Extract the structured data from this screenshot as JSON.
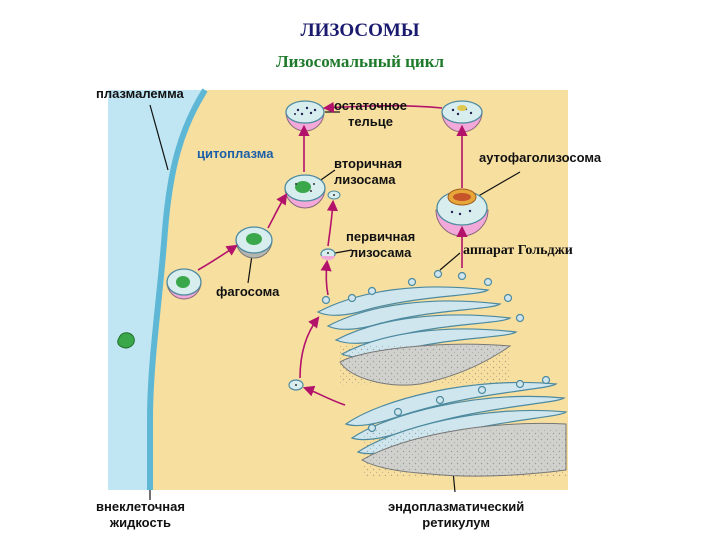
{
  "title": "ЛИЗОСОМЫ",
  "subtitle": "Лизосомальный цикл",
  "labels": {
    "plasmalemma": "плазмалемма",
    "cytoplasm": "цитоплазма",
    "residual_body_1": "остаточное",
    "residual_body_2": "тельце",
    "autophagolysosome": "аутофаголизосома",
    "secondary_lysosome_1": "вторичная",
    "secondary_lysosome_2": "лизосама",
    "primary_lysosome_1": "первичная",
    "primary_lysosome_2": "лизосама",
    "golgi": "аппарат Гольджи",
    "phagosome": "фагосома",
    "extracellular_1": "внеклеточная",
    "extracellular_2": "жидкость",
    "er_1": "эндоплазматический",
    "er_2": "ретикулум"
  },
  "colors": {
    "cytoplasm": "#f7dfa0",
    "extracellular": "#bfe6f2",
    "membrane": "#5fb7d6",
    "lysosome": "#f2a8d8",
    "vesicle_content": "#d8eeee",
    "organelle_green": "#3aa84a",
    "arrow": "#b3126b",
    "er": "#cfe6ee",
    "er_lumen": "#d0d0cc",
    "cytoplasm_label": "#1b5fa8"
  }
}
